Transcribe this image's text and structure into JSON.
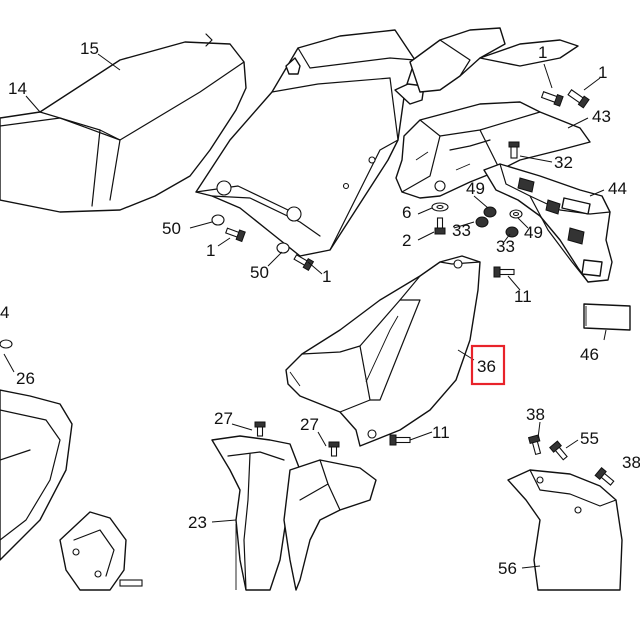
{
  "colors": {
    "highlight": "#e8232a",
    "ink": "#111111",
    "paper": "#ffffff"
  },
  "highlighted_part": "36",
  "callouts": {
    "c1a": "1",
    "c1b": "1",
    "c1c": "1",
    "c1d": "1",
    "c2": "2",
    "c4": "4",
    "c6": "6",
    "c11a": "11",
    "c11b": "11",
    "c14": "14",
    "c15": "15",
    "c23": "23",
    "c26": "26",
    "c27a": "27",
    "c27b": "27",
    "c32": "32",
    "c33a": "33",
    "c33b": "33",
    "c36": "36",
    "c38": "38",
    "c38b": "38",
    "c43": "43",
    "c44": "44",
    "c46": "46",
    "c49a": "49",
    "c49b": "49",
    "c50a": "50",
    "c50b": "50",
    "c55": "55",
    "c56": "56"
  }
}
